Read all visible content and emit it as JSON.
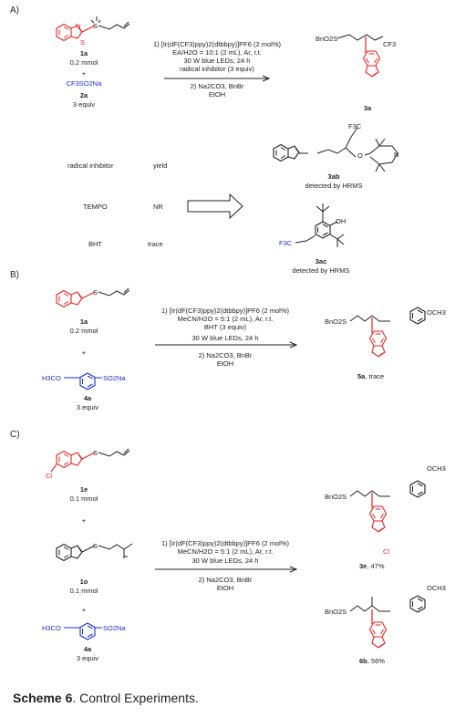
{
  "sections": {
    "a": "A)",
    "b": "B)",
    "c": "C)"
  },
  "A": {
    "sm_label": "1a",
    "sm_amount": "0.2 mmol",
    "plus": "+",
    "reagent": "CF3SO2Na",
    "reagent_label": "2a",
    "reagent_equiv": "3 equiv",
    "cond1": "1) [Ir(dF(CF3)ppy)2(dtbbpy)]PF6 (2 mol%)",
    "cond2": "EA/H2O = 10:1 (2 mL), Ar, r.t.",
    "cond3": "30 W blue LEDs, 24 h",
    "cond4": "radical inhibitor (3 equiv)",
    "cond5": "2) Na2CO3, BnBr",
    "cond6": "EtOH",
    "product_label": "3a",
    "table": {
      "h1": "radical inhibitor",
      "h2": "yield",
      "rows": [
        {
          "inh": "TEMPO",
          "yield": "NR"
        },
        {
          "inh": "BHT",
          "yield": "trace"
        }
      ]
    },
    "ab_label": "3ab",
    "ab_note": "detected by HRMS",
    "ac_label": "3ac",
    "ac_note": "detected by HRMS"
  },
  "B": {
    "sm_label": "1a",
    "sm_amount": "0.2 mmol",
    "plus": "+",
    "reagent_label": "4a",
    "reagent_equiv": "3 equiv",
    "cond1": "1) [Ir(dF(CF3)ppy)2(dtbbpy)]PF6 (2 mol%)",
    "cond2": "MeCN/H2O = 5:1 (2 mL), Ar, r.t.",
    "cond3": "BHT (3 equiv)",
    "cond4": "30 W blue LEDs, 24 h",
    "cond5": "2) Na2CO3, BnBr",
    "cond6": "EtOH",
    "product_label": "5a",
    "product_yield": ", trace"
  },
  "C": {
    "sm1_label": "1e",
    "sm1_amount": "0.1 mmol",
    "plus": "+",
    "sm2_label": "1o",
    "sm2_amount": "0.1 mmol",
    "reagent_label": "4a",
    "reagent_equiv": "3 equiv",
    "cond1": "1) [Ir(dF(CF3)ppy)2(dtbbpy)]PF6 (2 mol%)",
    "cond2": "MeCN/H2O = 5:1 (2 mL), Ar, r.t.",
    "cond3": "30 W blue LEDs, 24 h",
    "cond4": "2) Na2CO3, BnBr",
    "cond5": "EtOH",
    "p1_label": "3e",
    "p1_yield": ", 47%",
    "p2_label": "6b",
    "p2_yield": ", 56%"
  },
  "atoms": {
    "N": "N",
    "S": "S",
    "O": "O",
    "Cl": "Cl",
    "OH": "OH",
    "CF3": "CF3",
    "F3C": "F3C",
    "BnO2S": "BnO2S",
    "OCH3": "OCH3",
    "H3CO": "H3CO",
    "SO2Na": "SO2Na"
  },
  "caption": {
    "bold": "Scheme 6",
    "rest": ". Control Experiments."
  },
  "colors": {
    "red": "#e8231f",
    "blue": "#1a2fd6",
    "ink": "#222222"
  }
}
